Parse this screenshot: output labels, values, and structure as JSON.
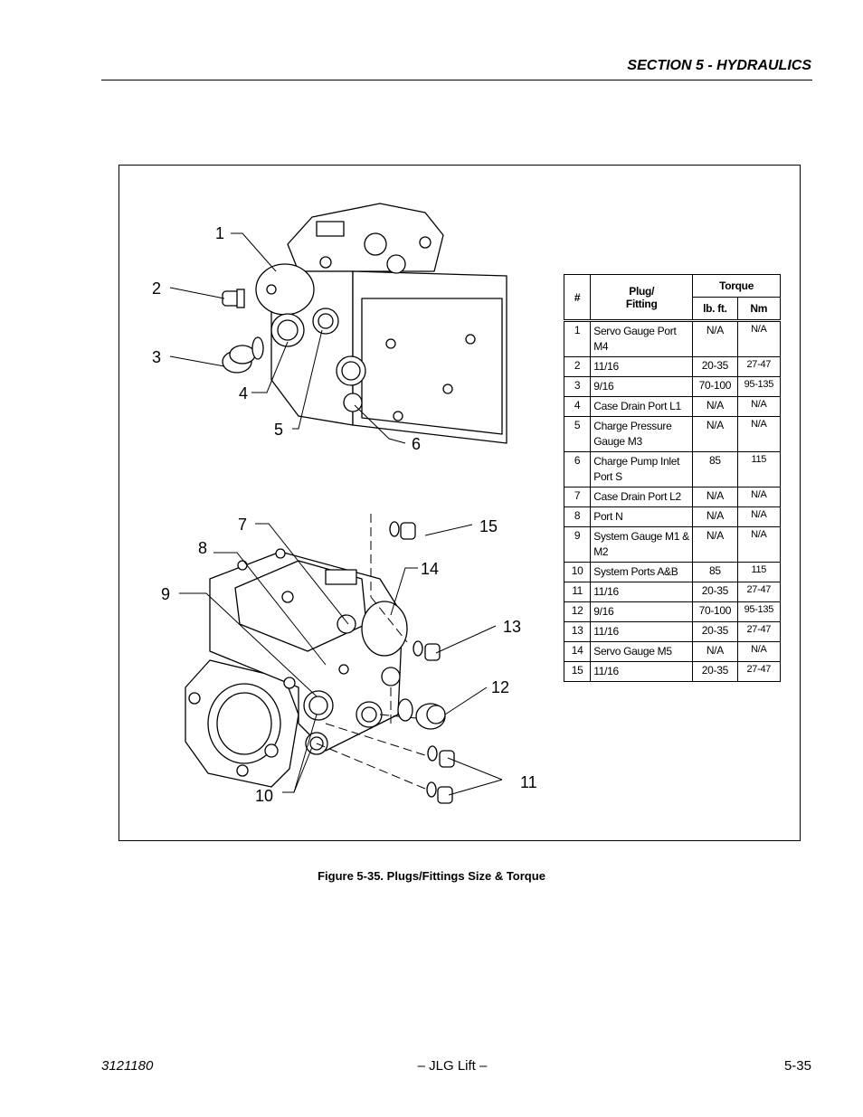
{
  "header": {
    "section_title": "SECTION 5 - HYDRAULICS"
  },
  "figure": {
    "callouts": [
      "1",
      "2",
      "3",
      "4",
      "5",
      "6",
      "7",
      "8",
      "9",
      "10",
      "11",
      "12",
      "13",
      "14",
      "15"
    ],
    "caption": "Figure 5-35.  Plugs/Fittings Size & Torque"
  },
  "table": {
    "headers": {
      "num": "#",
      "plug_line1": "Plug/",
      "plug_line2": "Fitting",
      "torque": "Torque",
      "lbft": "lb. ft.",
      "nm": "Nm"
    },
    "rows": [
      {
        "num": "1",
        "item": "Servo Gauge Port M4",
        "lbft": "N/A",
        "nm": "N/A"
      },
      {
        "num": "2",
        "item": "11/16",
        "lbft": "20-35",
        "nm": "27-47"
      },
      {
        "num": "3",
        "item": "9/16",
        "lbft": "70-100",
        "nm": "95-135"
      },
      {
        "num": "4",
        "item": "Case Drain Port L1",
        "lbft": "N/A",
        "nm": "N/A"
      },
      {
        "num": "5",
        "item": "Charge Pressure Gauge M3",
        "lbft": "N/A",
        "nm": "N/A"
      },
      {
        "num": "6",
        "item": "Charge Pump Inlet Port S",
        "lbft": "85",
        "nm": "115"
      },
      {
        "num": "7",
        "item": "Case Drain Port L2",
        "lbft": "N/A",
        "nm": "N/A"
      },
      {
        "num": "8",
        "item": "Port N",
        "lbft": "N/A",
        "nm": "N/A"
      },
      {
        "num": "9",
        "item": "System Gauge M1 & M2",
        "lbft": "N/A",
        "nm": "N/A"
      },
      {
        "num": "10",
        "item": "System Ports A&B",
        "lbft": "85",
        "nm": "115"
      },
      {
        "num": "11",
        "item": "11/16",
        "lbft": "20-35",
        "nm": "27-47"
      },
      {
        "num": "12",
        "item": "9/16",
        "lbft": "70-100",
        "nm": "95-135"
      },
      {
        "num": "13",
        "item": "11/16",
        "lbft": "20-35",
        "nm": "27-47"
      },
      {
        "num": "14",
        "item": "Servo Gauge M5",
        "lbft": "N/A",
        "nm": "N/A"
      },
      {
        "num": "15",
        "item": "11/16",
        "lbft": "20-35",
        "nm": "27-47"
      }
    ]
  },
  "footer": {
    "doc_number": "3121180",
    "publisher": "– JLG Lift –",
    "page": "5-35"
  }
}
